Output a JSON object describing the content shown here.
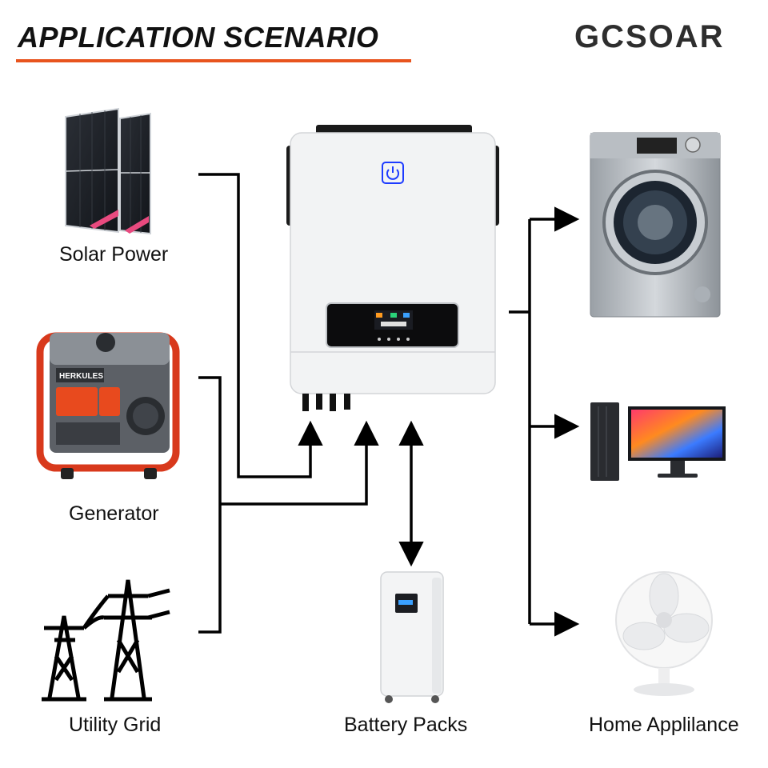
{
  "header": {
    "title": "APPLICATION SCENARIO",
    "logo_text": "GCSOAR"
  },
  "colors": {
    "accent": "#e8541e",
    "logo_sun": "#f07a1d",
    "line": "#000000"
  },
  "sources": [
    {
      "label": "Solar Power",
      "icon": "solar-panel-icon"
    },
    {
      "label": "Generator",
      "icon": "generator-icon"
    },
    {
      "label": "Utility Grid",
      "icon": "power-tower-icon"
    }
  ],
  "center": {
    "inverter_icon": "inverter-icon",
    "storage": {
      "label": "Battery Packs",
      "icon": "battery-pack-icon"
    }
  },
  "loads": {
    "label": "Home Applilance",
    "items": [
      {
        "icon": "washing-machine-icon"
      },
      {
        "icon": "desktop-computer-icon"
      },
      {
        "icon": "desk-fan-icon"
      }
    ]
  },
  "generator_brand": "HERKULES"
}
